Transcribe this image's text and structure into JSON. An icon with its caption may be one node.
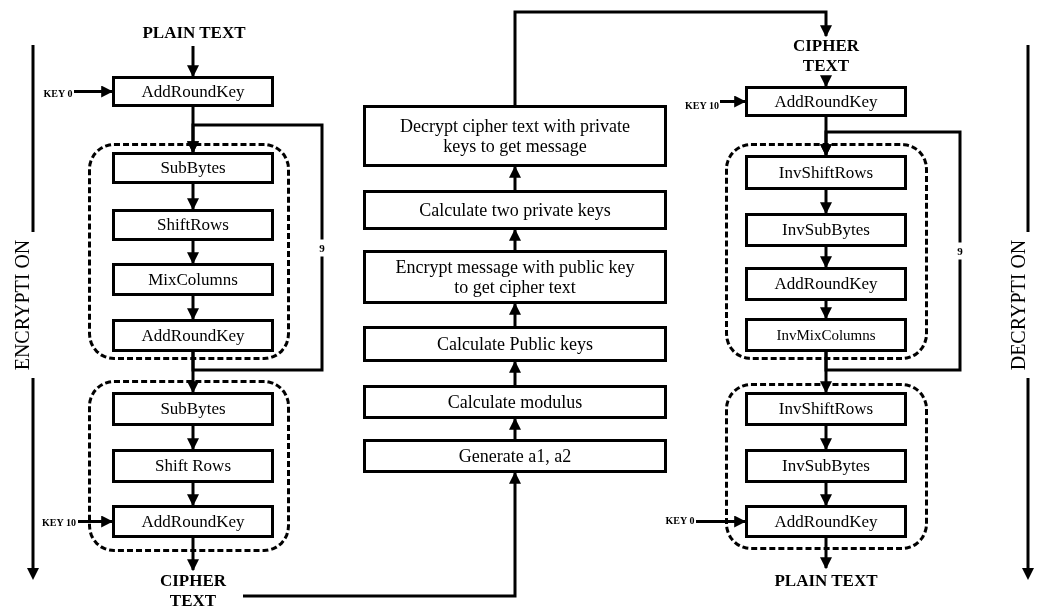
{
  "diagram": {
    "nodes": [
      {
        "text": [
          "PLAIN TEXT"
        ]
      },
      {
        "text": [
          "KEY 0"
        ]
      },
      {
        "text": [
          "AddRoundKey"
        ]
      },
      {
        "text": [],
        "shape": "box"
      },
      {
        "text": [
          "SubBytes"
        ],
        "in": 3
      },
      {
        "text": [
          "ShiftRows"
        ],
        "in": 3
      },
      {
        "text": [
          "MixColumns"
        ],
        "in": 3
      },
      {
        "text": [
          "AddRoundKey"
        ],
        "in": 3
      },
      {
        "text": [],
        "shape": "box"
      },
      {
        "text": [
          "SubBytes"
        ],
        "in": 8
      },
      {
        "text": [
          "Shift Rows"
        ],
        "in": 8
      },
      {
        "text": [
          "KEY 10"
        ]
      },
      {
        "text": [
          "AddRoundKey"
        ],
        "in": 8
      },
      {
        "text": [
          "CIPHER TEXT"
        ]
      },
      {
        "text": [
          "Decrypt cipher text with private keys to get message"
        ]
      },
      {
        "text": [
          "Calculate two private keys"
        ]
      },
      {
        "text": [
          "Encrypt message with public key to get cipher text"
        ]
      },
      {
        "text": [
          "Calculate Public keys"
        ]
      },
      {
        "text": [
          "Calculate modulus"
        ]
      },
      {
        "text": [
          "Generate a1, a2"
        ]
      },
      {
        "text": [
          "CIPHER TEXT"
        ]
      },
      {
        "text": [
          "KEY 10"
        ]
      },
      {
        "text": [
          "AddRoundKey"
        ]
      },
      {
        "text": [],
        "shape": "box"
      },
      {
        "text": [
          "InvShiftRows"
        ],
        "in": 23
      },
      {
        "text": [
          "InvSubBytes"
        ],
        "in": 23
      },
      {
        "text": [
          "AddRoundKey"
        ],
        "in": 23
      },
      {
        "text": [
          "InvMixColumns"
        ],
        "in": 23
      },
      {
        "text": [],
        "shape": "box"
      },
      {
        "text": [
          "InvShiftRows"
        ],
        "in": 28
      },
      {
        "text": [
          "InvSubBytes"
        ],
        "in": 28
      },
      {
        "text": [
          "KEY 0"
        ]
      },
      {
        "text": [
          "AddRoundKey"
        ],
        "in": 28
      },
      {
        "text": [
          "PLAIN TEXT"
        ]
      }
    ],
    "edges": [
      {
        "from": 0,
        "to": 2,
        "arrow": "to"
      },
      {
        "from": 1,
        "to": 2,
        "arrow": "to"
      },
      {
        "from": 2,
        "to": 4,
        "arrow": "to"
      },
      {
        "from": 4,
        "to": 5,
        "arrow": "to"
      },
      {
        "from": 5,
        "to": 6,
        "arrow": "to"
      },
      {
        "from": 6,
        "to": 7,
        "arrow": "to"
      },
      {
        "from": 7,
        "to": 4,
        "arrow": "to",
        "label": "9"
      },
      {
        "from": 7,
        "to": 9,
        "arrow": "to"
      },
      {
        "from": 9,
        "to": 10,
        "arrow": "to"
      },
      {
        "from": 10,
        "to": 12,
        "arrow": "to"
      },
      {
        "from": 11,
        "to": 12,
        "arrow": "to"
      },
      {
        "from": 12,
        "to": 13,
        "arrow": "to"
      },
      {
        "from": 13,
        "to": 19,
        "arrow": "to"
      },
      {
        "from": 19,
        "to": 18,
        "arrow": "to"
      },
      {
        "from": 18,
        "to": 17,
        "arrow": "to"
      },
      {
        "from": 17,
        "to": 16,
        "arrow": "to"
      },
      {
        "from": 16,
        "to": 15,
        "arrow": "to"
      },
      {
        "from": 15,
        "to": 14,
        "arrow": "to"
      },
      {
        "from": 14,
        "to": 20,
        "arrow": "to"
      },
      {
        "from": 20,
        "to": 22,
        "arrow": "to"
      },
      {
        "from": 21,
        "to": 22,
        "arrow": "to"
      },
      {
        "from": 22,
        "to": 24,
        "arrow": "to"
      },
      {
        "from": 24,
        "to": 25,
        "arrow": "to"
      },
      {
        "from": 25,
        "to": 26,
        "arrow": "to"
      },
      {
        "from": 26,
        "to": 27,
        "arrow": "to"
      },
      {
        "from": 27,
        "to": 24,
        "arrow": "to",
        "label": "9"
      },
      {
        "from": 27,
        "to": 29,
        "arrow": "to"
      },
      {
        "from": 29,
        "to": 30,
        "arrow": "to"
      },
      {
        "from": 30,
        "to": 32,
        "arrow": "to"
      },
      {
        "from": 31,
        "to": 32,
        "arrow": "to"
      },
      {
        "from": 32,
        "to": 33,
        "arrow": "to"
      }
    ],
    "labels": [
      "ENCRYPTI ON",
      "DECRYPTI ON"
    ]
  }
}
